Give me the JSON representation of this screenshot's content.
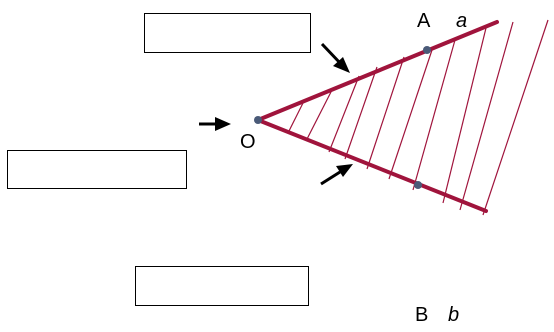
{
  "diagram": {
    "labels": {
      "point_A": "A",
      "ray_a": "a",
      "vertex_O": "O",
      "point_B": "B",
      "ray_b": "b"
    },
    "answer_boxes": [
      {
        "value": ""
      },
      {
        "value": ""
      },
      {
        "value": ""
      }
    ],
    "colors": {
      "ray": "#a0143c",
      "hatch": "#a0143c",
      "point": "#4a5a78",
      "arrow": "#000000",
      "box_border": "#000000"
    }
  }
}
